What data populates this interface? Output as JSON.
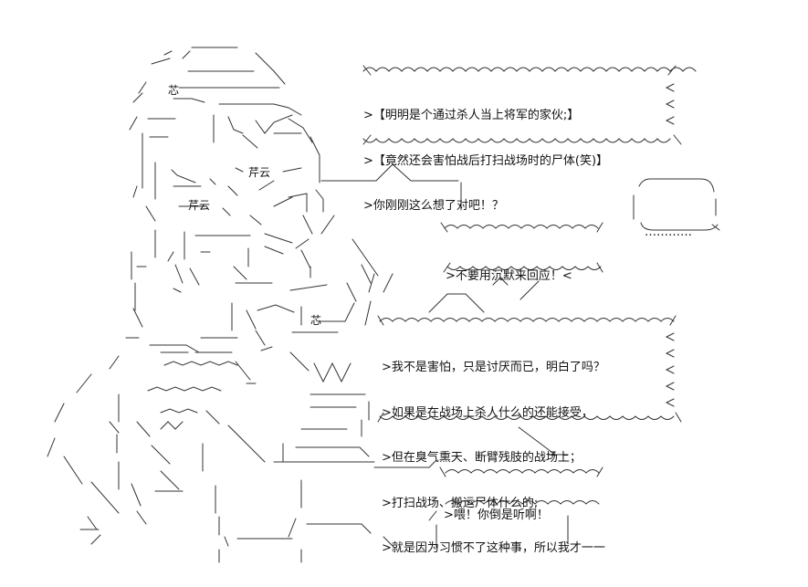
{
  "speech_top": {
    "lines": [
      ">【明明是个通过杀人当上将军的家伙;】",
      ">【竟然还会害怕战后打扫战场时的尸体(笑)】",
      ">你刚刚这么想了对吧！？"
    ]
  },
  "speech_silent": {
    "line": ">不要用沉默来回应！<"
  },
  "speech_ellipsis": {
    "text": "…………"
  },
  "speech_main": {
    "lines": [
      ">我不是害怕，只是讨厌而已，明白了吗？",
      ">如果是在战场上杀人什么的还能接受，",
      ">但在臭气熏天、断臂残肢的战场上；",
      ">打扫战场、搬运尸体什么的;",
      ">就是因为习惯不了这种事，所以我才一一"
    ]
  },
  "speech_bottom": {
    "line": ">喂！你倒是听啊！"
  },
  "art_labels": {
    "label_1": "芹云",
    "label_2": "芹云",
    "label_3": "芯",
    "label_4": "芯"
  }
}
